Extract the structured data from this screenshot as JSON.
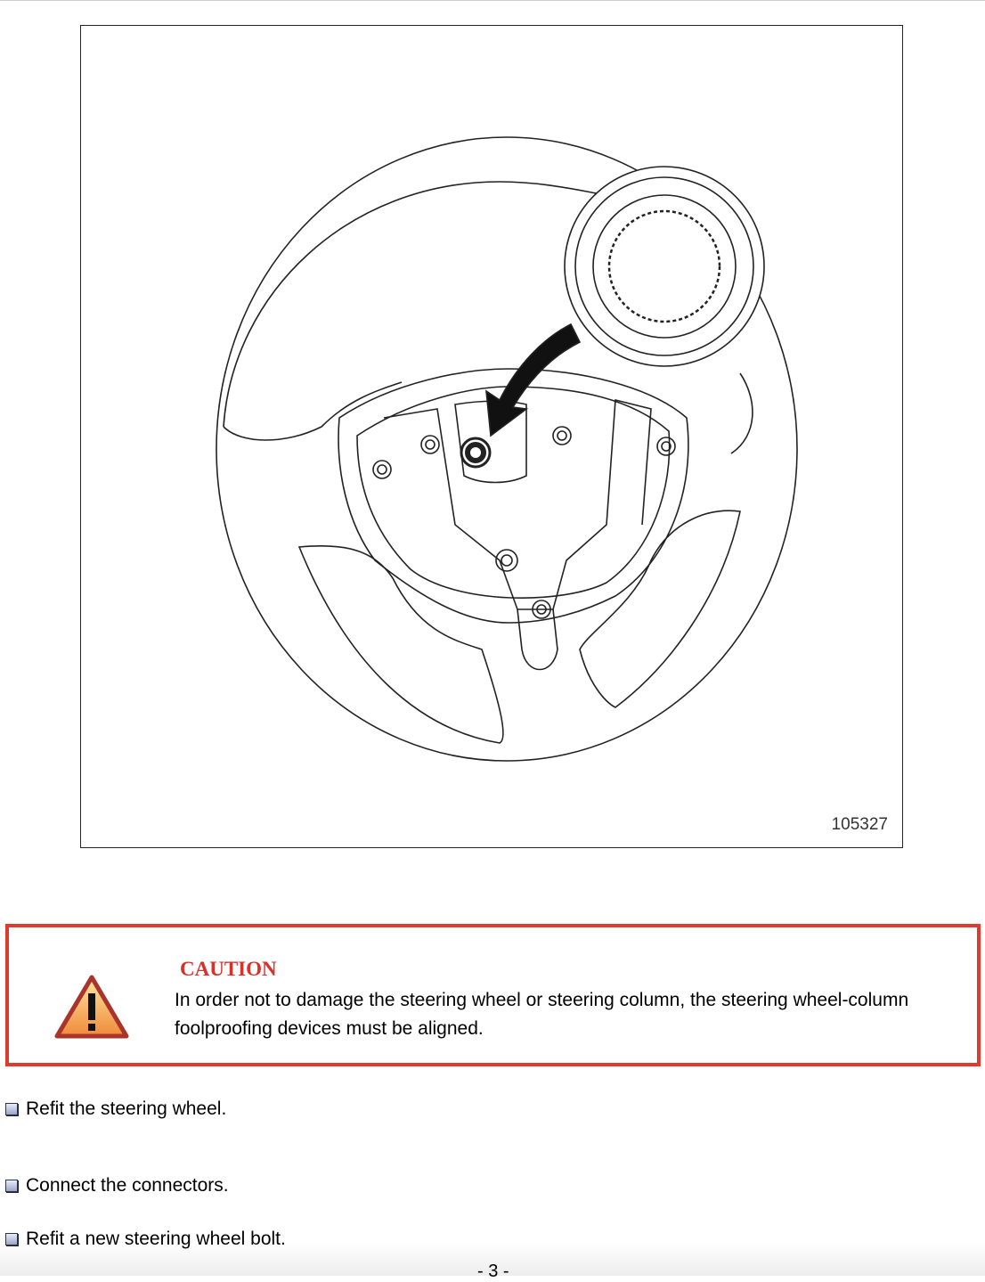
{
  "figure": {
    "number": "105327"
  },
  "caution": {
    "title": "CAUTION",
    "text": "In order not to damage the steering wheel or steering column, the steering wheel-column foolproofing devices must be aligned.",
    "icon": "warning-triangle-icon",
    "border_color": "#e03a2f"
  },
  "steps": [
    {
      "text": "Refit the steering wheel."
    },
    {
      "text": "Connect the connectors."
    },
    {
      "text": "Refit a new steering wheel bolt."
    }
  ],
  "footer": {
    "page": "- 3 -"
  }
}
